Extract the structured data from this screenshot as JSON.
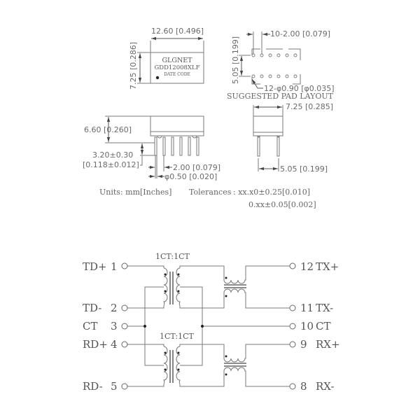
{
  "drawing": {
    "top_view": {
      "width_dim": "12.60 [0.496]",
      "height_dim": "7.25 [0.286]",
      "marking": {
        "brand": "GLGNET",
        "part_number": "GDD12008XLF",
        "date_code": "DATE CODE"
      }
    },
    "pad_layout": {
      "pitch_dim": "10-2.00 [0.079]",
      "row_spacing_dim": "5.05 [0.199]",
      "pad_dim": "12-φ0.90 [φ0.035]",
      "title": "SUGGESTED PAD LAYOUT"
    },
    "side_view": {
      "height_dim": "6.60 [0.260]",
      "lead_length_dim_mm": "3.20±0.30",
      "lead_length_dim_in": "[0.118±0.012]",
      "pitch_dim": "2.00 [0.079]",
      "lead_dia_dim": "φ0.50 [0.020]"
    },
    "end_view": {
      "width_dim": "7.25 [0.285]",
      "lead_span_dim": "5.05 [0.199]"
    },
    "notes": {
      "units": "Units: mm[Inches]",
      "tolerances_label": "Tolerances",
      "tolerance_1": ": xx.x0±0.25[0.010]",
      "tolerance_2": "0.xx±0.05[0.002]"
    }
  },
  "schematic": {
    "transformer_ratio_top": "1CT:1CT",
    "transformer_ratio_bottom": "1CT:1CT",
    "left_pins": [
      {
        "name": "TD+",
        "number": "1"
      },
      {
        "name": "TD-",
        "number": "2"
      },
      {
        "name": "CT",
        "number": "3"
      },
      {
        "name": "RD+",
        "number": "4"
      },
      {
        "name": "RD-",
        "number": "5"
      }
    ],
    "right_pins": [
      {
        "number": "12",
        "name": "TX+"
      },
      {
        "number": "11",
        "name": "TX-"
      },
      {
        "number": "10",
        "name": "CT"
      },
      {
        "number": "9",
        "name": "RX+"
      },
      {
        "number": "8",
        "name": "RX-"
      }
    ]
  }
}
